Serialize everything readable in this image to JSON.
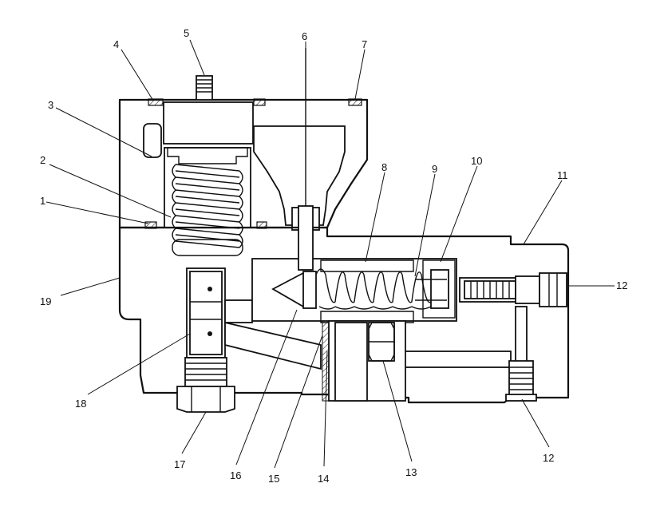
{
  "colors": {
    "ink": "#111111",
    "paper": "#ffffff"
  },
  "callouts": [
    {
      "id": "4",
      "text": "4"
    },
    {
      "id": "5",
      "text": "5"
    },
    {
      "id": "6",
      "text": "6"
    },
    {
      "id": "7",
      "text": "7"
    },
    {
      "id": "3",
      "text": "3"
    },
    {
      "id": "2",
      "text": "2"
    },
    {
      "id": "1",
      "text": "1"
    },
    {
      "id": "8",
      "text": "8"
    },
    {
      "id": "9",
      "text": "9"
    },
    {
      "id": "10",
      "text": "10"
    },
    {
      "id": "11",
      "text": "11"
    },
    {
      "id": "12a",
      "text": "12"
    },
    {
      "id": "19",
      "text": "19"
    },
    {
      "id": "18",
      "text": "18"
    },
    {
      "id": "17",
      "text": "17"
    },
    {
      "id": "16",
      "text": "16"
    },
    {
      "id": "15",
      "text": "15"
    },
    {
      "id": "14",
      "text": "14"
    },
    {
      "id": "13",
      "text": "13"
    },
    {
      "id": "12b",
      "text": "12"
    }
  ]
}
